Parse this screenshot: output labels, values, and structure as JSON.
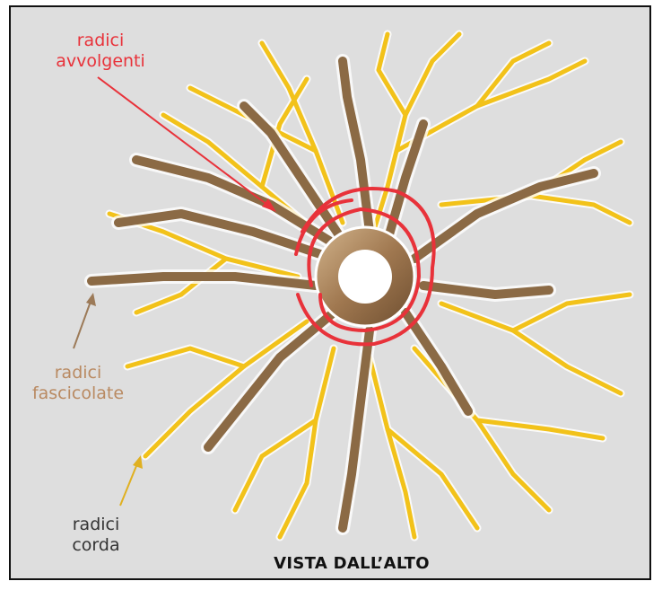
{
  "labels": {
    "wrapping_roots": [
      "radici",
      "avvolgenti"
    ],
    "fibrous_roots": [
      "radici",
      "fascicolate"
    ],
    "cord_roots": [
      "radici",
      "corda"
    ]
  },
  "caption": "VISTA DALL’ALTO",
  "colors": {
    "background": "#dedede",
    "wrapping_roots": "#e8323a",
    "fibrous_roots": "#8b6a45",
    "cord_roots": "#f2c21a",
    "fibrous_label": "#b98a62",
    "cord_arrow": "#e0b020",
    "text": "#333333"
  }
}
